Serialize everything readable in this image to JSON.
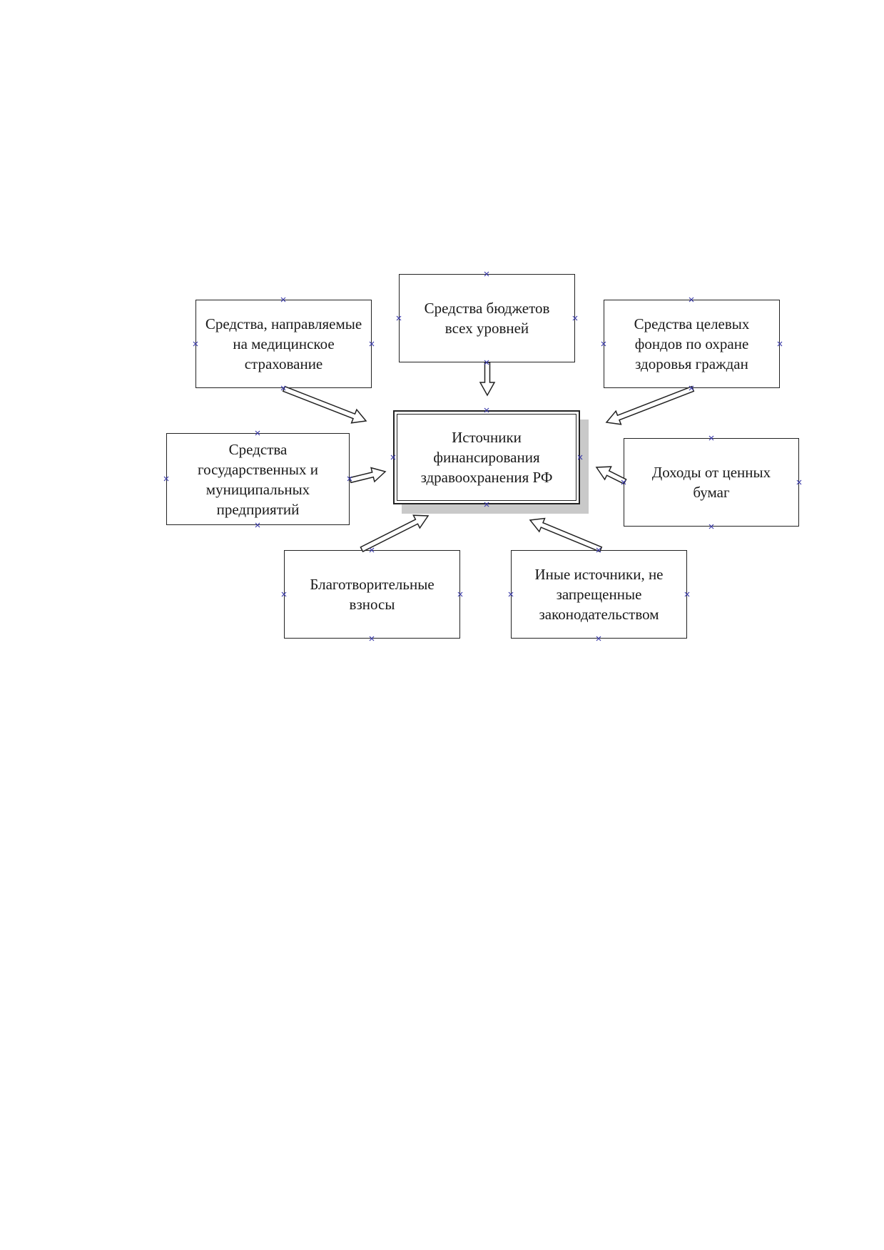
{
  "diagram": {
    "center": "Источники\nфинансирования\nздравоохранения РФ",
    "sources": {
      "insurance": "Средства, направляемые\nна медицинское\nстрахование",
      "budgets": "Средства бюджетов\nвсех уровней",
      "target_funds": "Средства целевых\nфондов по охране\nздоровья граждан",
      "enterprises": "Средства\nгосударственных и\nмуниципальных\nпредприятий",
      "securities": "Доходы от ценных\nбумаг",
      "charity": "Благотворительные\nвзносы",
      "other": "Иные источники, не\nзапрещенные\nзаконодательством"
    }
  }
}
